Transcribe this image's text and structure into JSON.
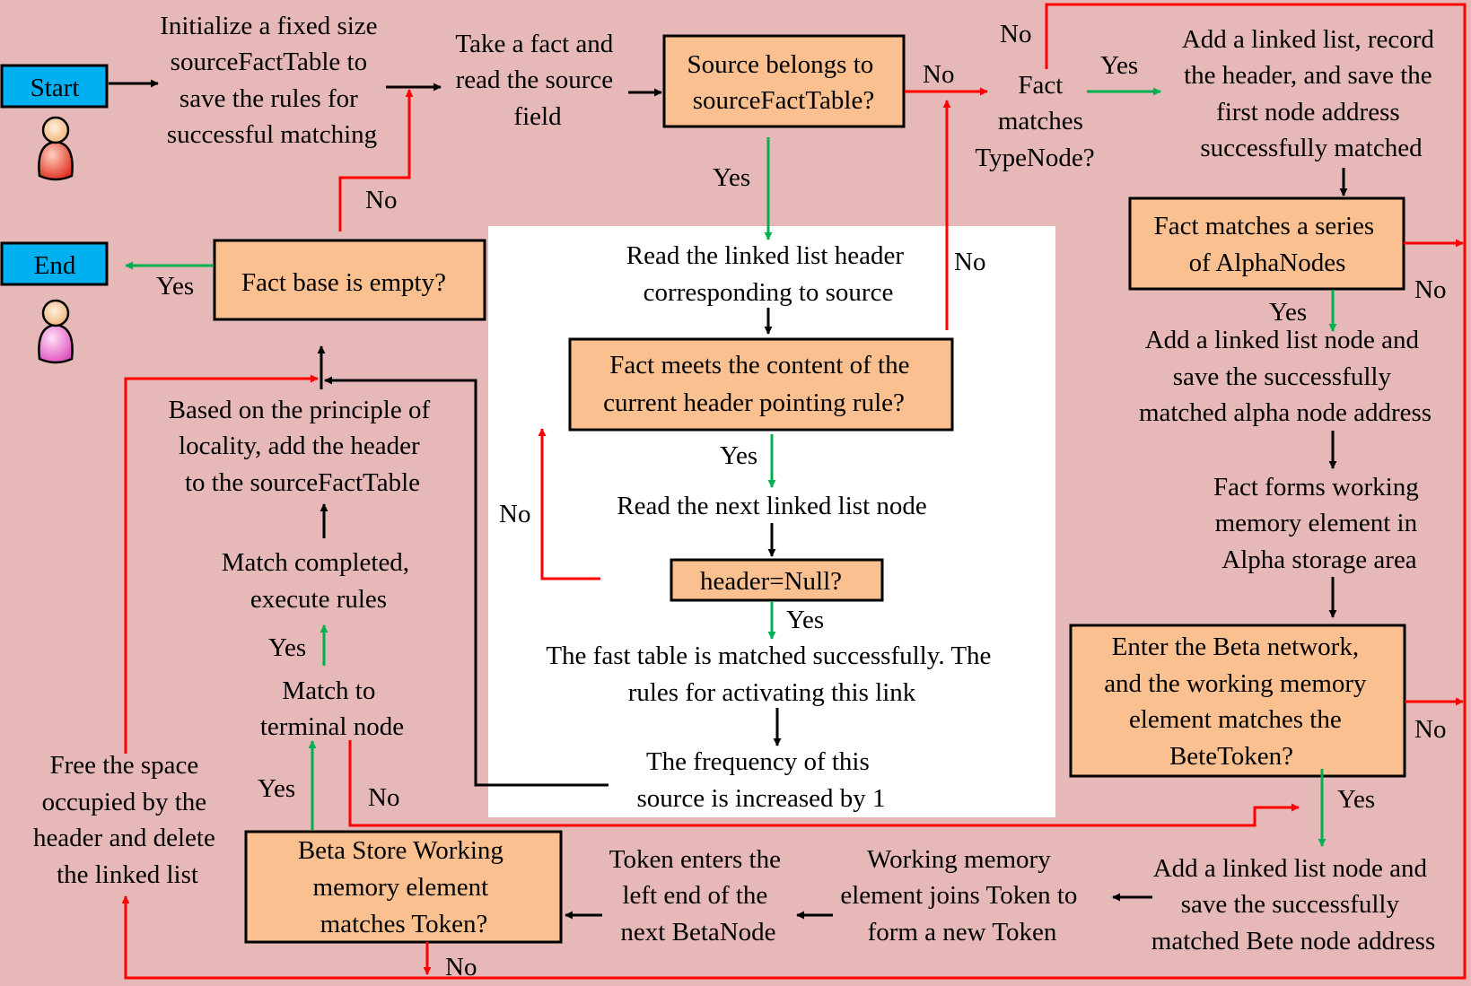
{
  "terminals": {
    "start": "Start",
    "end": "End"
  },
  "boxes": {
    "source_belongs": [
      "Source belongs to",
      "sourceFactTable?"
    ],
    "fact_base_empty": [
      "Fact base is empty?"
    ],
    "fact_meets": [
      "Fact meets the content of the",
      "current header pointing rule?"
    ],
    "header_null": [
      "header=Null?"
    ],
    "fact_matches_alpha": [
      "Fact matches a series",
      "of AlphaNodes"
    ],
    "enter_beta": [
      "Enter the Beta network,",
      "and the working memory",
      "element matches the",
      "BeteToken?"
    ],
    "beta_store": [
      "Beta Store Working",
      "memory element",
      "matches Token?"
    ]
  },
  "texts": {
    "initialize": [
      "Initialize a fixed size",
      "sourceFactTable to",
      "save the rules for",
      "successful matching"
    ],
    "take_fact": [
      "Take a fact and",
      "read the source",
      "field"
    ],
    "fact_matches_typenode": [
      "Fact",
      "matches",
      "TypeNode?"
    ],
    "add_linked_list": [
      "Add a linked list, record",
      "the header, and save the",
      "first node address",
      "successfully matched"
    ],
    "read_header": [
      "Read the linked list header",
      "corresponding to source"
    ],
    "read_next": [
      "Read the next linked list node"
    ],
    "fast_table": [
      "The fast table is matched successfully. The",
      "rules for activating this link"
    ],
    "frequency": [
      "The frequency of this",
      "source is increased by 1"
    ],
    "add_alpha_node": [
      "Add a linked list node and",
      "save the successfully",
      "matched alpha node address"
    ],
    "fact_forms": [
      "Fact forms working",
      "memory element in",
      "Alpha storage area"
    ],
    "based_locality": [
      "Based on the principle of",
      "locality, add the header",
      "to the sourceFactTable"
    ],
    "match_completed": [
      "Match completed,",
      "execute rules"
    ],
    "match_terminal": [
      "Match to",
      "terminal node"
    ],
    "free_space": [
      "Free the space",
      "occupied by the",
      "header and delete",
      "the linked list"
    ],
    "token_enters": [
      "Token enters the",
      "left end of the",
      "next BetaNode"
    ],
    "wm_joins": [
      "Working memory",
      "element joins Token to",
      "form a new Token"
    ],
    "add_bete_node": [
      "Add a linked list node and",
      "save the successfully",
      "matched Bete node address"
    ]
  },
  "edge_labels": {
    "no_top": "No",
    "no_source": "No",
    "yes_typenode": "Yes",
    "yes_source": "Yes",
    "no_meets": "No",
    "no_empty": "No",
    "yes_empty": "Yes",
    "no_alpha": "No",
    "yes_alpha": "Yes",
    "yes_meets": "Yes",
    "no_null": "No",
    "yes_null": "Yes",
    "yes_completed": "Yes",
    "no_beta": "No",
    "yes_beta": "Yes",
    "yes_terminal": "Yes",
    "no_terminal": "No",
    "no_beta_store": "No"
  },
  "colors": {
    "background": "#e6b8b7",
    "box_fill": "#fac090",
    "terminal_fill": "#00b0f0",
    "panel": "#ffffff",
    "arrow_yes": "#00b050",
    "arrow_no": "#ff0000",
    "arrow_plain": "#000000"
  },
  "icons": [
    "person-red-icon",
    "person-pink-icon"
  ]
}
